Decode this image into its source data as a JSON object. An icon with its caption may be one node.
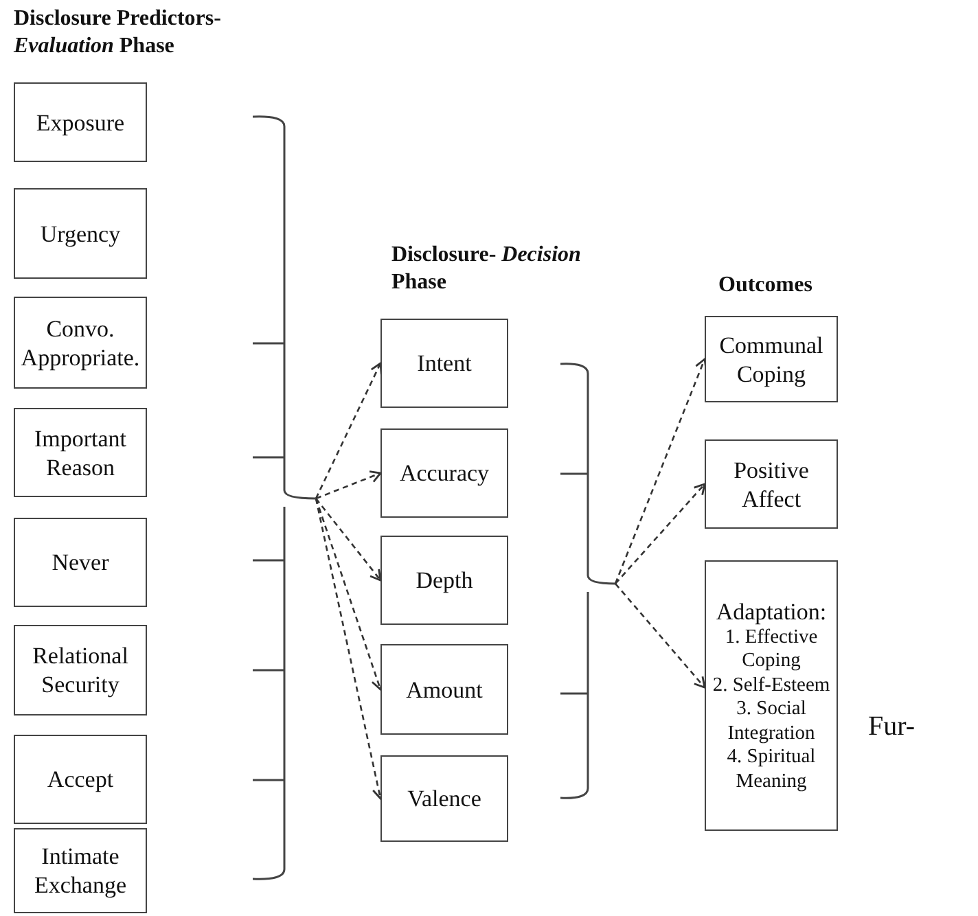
{
  "diagram": {
    "nodes": [
      {
        "text": [
          "Exposure"
        ]
      },
      {
        "text": [
          "Urgency"
        ]
      },
      {
        "text": [
          "Convo. Appropriate."
        ]
      },
      {
        "text": [
          "Important Reason"
        ]
      },
      {
        "text": [
          "Never"
        ]
      },
      {
        "text": [
          "Relational Security"
        ]
      },
      {
        "text": [
          "Accept"
        ]
      },
      {
        "text": [
          "Intimate Exchange"
        ]
      },
      {
        "text": [],
        "shape": "bracket"
      },
      {
        "text": [
          "Intent"
        ]
      },
      {
        "text": [
          "Accuracy"
        ]
      },
      {
        "text": [
          "Depth"
        ]
      },
      {
        "text": [
          "Amount"
        ]
      },
      {
        "text": [
          "Valence"
        ]
      },
      {
        "text": [],
        "shape": "bracket"
      },
      {
        "text": [
          "Communal Coping"
        ]
      },
      {
        "text": [
          "Positive Affect"
        ]
      },
      {
        "text": [
          "Adaptation:",
          "1. Effective Coping",
          "2. Self-Esteem",
          "3. Social Integration",
          "4. Spiritual Meaning"
        ]
      }
    ],
    "edges": [
      {
        "from": 8,
        "to": 9,
        "arrow": "to",
        "style": "dashed"
      },
      {
        "from": 8,
        "to": 10,
        "arrow": "to",
        "style": "dashed"
      },
      {
        "from": 8,
        "to": 11,
        "arrow": "to",
        "style": "dashed"
      },
      {
        "from": 8,
        "to": 12,
        "arrow": "to",
        "style": "dashed"
      },
      {
        "from": 8,
        "to": 13,
        "arrow": "to",
        "style": "dashed"
      },
      {
        "from": 14,
        "to": 15,
        "arrow": "to",
        "style": "dashed"
      },
      {
        "from": 14,
        "to": 16,
        "arrow": "to",
        "style": "dashed"
      },
      {
        "from": 14,
        "to": 17,
        "arrow": "to",
        "style": "dashed"
      }
    ],
    "labels": [
      "Disclosure Predictors- *Evaluation* Phase",
      "Disclosure- *Decision* Phase",
      "Outcomes",
      "Fur-"
    ]
  }
}
